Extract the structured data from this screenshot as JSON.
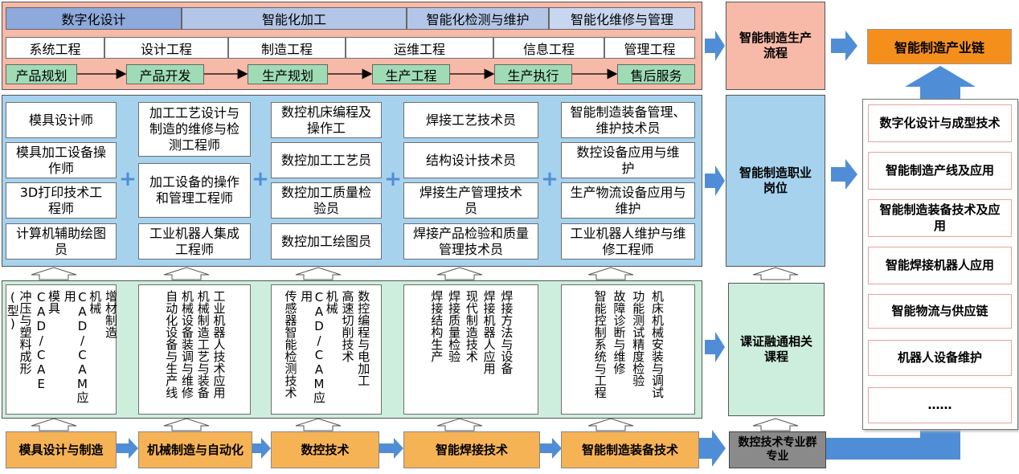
{
  "process_panel": {
    "phases": [
      "数字化设计",
      "智能化加工",
      "智能化检测与维护",
      "智能化维修与管理"
    ],
    "engineering": [
      "系统工程",
      "设计工程",
      "制造工程",
      "运维工程",
      "信息工程",
      "管理工程"
    ],
    "flow": [
      "产品规划",
      "产品开发",
      "生产规划",
      "生产工程",
      "生产执行",
      "售后服务"
    ]
  },
  "jobs_panel": {
    "groups": [
      [
        "模具设计师",
        "模具加工设备操作师",
        "3D打印技术工程师",
        "计算机辅助绘图员"
      ],
      [
        "加工工艺设计与制造的维修与检测工程师",
        "加工设备的操作和管理工程师",
        "工业机器人集成工程师"
      ],
      [
        "数控机床编程及操作工",
        "数控加工工艺员",
        "数控加工质量检验员",
        "数控加工绘图员"
      ],
      [
        "焊接工艺技术员",
        "结构设计技术员",
        "焊接生产管理技术员",
        "焊接产品检验和质量管理技术员"
      ],
      [
        "智能制造装备管理、维护技术员",
        "数控设备应用与维护",
        "生产物流设备应用与维护",
        "工业机器人维护与维修工程师"
      ]
    ],
    "plus": "+",
    "equals": "="
  },
  "course_panel": {
    "groups": [
      [
        "增材制造",
        "机械CAD/CAM应用",
        "模具CAD/CAE",
        "冲压与塑料成形(型)"
      ],
      [
        "工业机器人技术应用",
        "机械制造工艺与装备",
        "机械设备装调与维修",
        "自动化设备与生产线"
      ],
      [
        "数控编程与电加工",
        "高速切削技术",
        "机械CAD/CAM应用",
        "传感器智能检测技术"
      ],
      [
        "焊接方法与设备",
        "焊接机器人应用",
        "现代制造技术",
        "焊接质量检验",
        "焊接结构生产"
      ],
      [
        "机床机械安装与调试",
        "功能测试精度检验",
        "故障诊断与维修",
        "智能控制系统与工程"
      ]
    ]
  },
  "majors": [
    "模具设计与制造",
    "机械制造与自动化",
    "数控技术",
    "智能焊接技术",
    "智能制造装备技术"
  ],
  "summary": {
    "process": "智能制造生产流程",
    "jobs": "智能制造职业岗位",
    "courses": "课证融通相关课程",
    "group": "数控技术专业群专业"
  },
  "industry_chain": {
    "title": "智能制造产业链",
    "items": [
      "数字化设计与成型技术",
      "智能制造产线及应用",
      "智能制造装备技术及应用",
      "智能焊接机器人应用",
      "智能物流与供应链",
      "机器人设备维护",
      "……"
    ]
  },
  "colors": {
    "process_bg": "#f7b9a8",
    "jobs_bg": "#a6d2ee",
    "course_bg": "#cdeedd",
    "major_bg": "#f6b355",
    "group_bg": "#8a8a8a",
    "chain_title_bg": "#f58f1c",
    "arrow": "#4f8ed6"
  }
}
